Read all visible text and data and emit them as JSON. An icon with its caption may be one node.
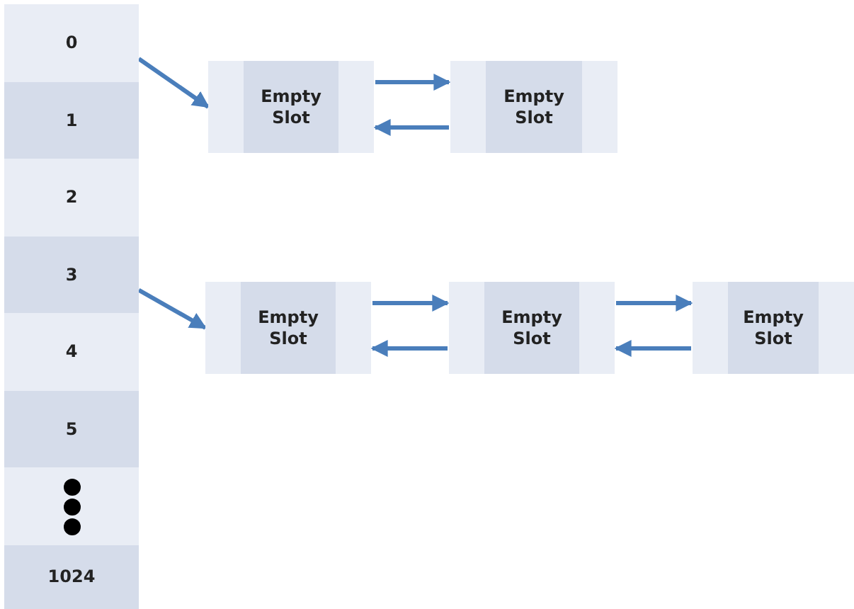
{
  "diagram": {
    "nodes": [
      {
        "text": [
          "0"
        ]
      },
      {
        "text": [
          "1"
        ]
      },
      {
        "text": [
          "2"
        ]
      },
      {
        "text": [
          "3"
        ]
      },
      {
        "text": [
          "4"
        ]
      },
      {
        "text": [
          "5"
        ]
      },
      {
        "text": [],
        "shape": "box"
      },
      {
        "text": [
          "1024"
        ]
      },
      {
        "text": [],
        "shape": "box"
      },
      {
        "text": [
          "Empty Slot"
        ],
        "in": 8
      },
      {
        "text": [],
        "shape": "box"
      },
      {
        "text": [
          "Empty Slot"
        ],
        "in": 10
      },
      {
        "text": [],
        "shape": "box"
      },
      {
        "text": [
          "Empty Slot"
        ],
        "in": 12
      },
      {
        "text": [],
        "shape": "box"
      },
      {
        "text": [
          "Empty Slot"
        ],
        "in": 14
      },
      {
        "text": [],
        "shape": "box"
      },
      {
        "text": [
          "Empty Slot"
        ],
        "in": 16
      }
    ],
    "edges": [
      {
        "from": 0,
        "to": 8,
        "arrow": "to"
      },
      {
        "from": 8,
        "to": 10,
        "arrow": "to"
      },
      {
        "from": 10,
        "to": 8,
        "arrow": "to"
      },
      {
        "from": 3,
        "to": 12,
        "arrow": "to"
      },
      {
        "from": 12,
        "to": 14,
        "arrow": "to"
      },
      {
        "from": 14,
        "to": 12,
        "arrow": "to"
      },
      {
        "from": 14,
        "to": 16,
        "arrow": "to"
      },
      {
        "from": 16,
        "to": 14,
        "arrow": "to"
      }
    ]
  }
}
